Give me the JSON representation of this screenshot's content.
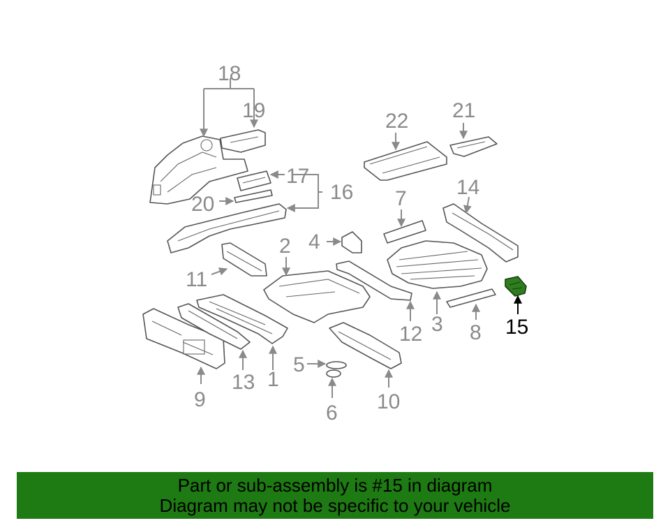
{
  "diagram": {
    "highlighted_part": "15",
    "highlight_color": "#2e7d1e",
    "callouts": {
      "c1": "1",
      "c2": "2",
      "c3": "3",
      "c4": "4",
      "c5": "5",
      "c6": "6",
      "c7": "7",
      "c8": "8",
      "c9": "9",
      "c10": "10",
      "c11": "11",
      "c12": "12",
      "c13": "13",
      "c14": "14",
      "c15": "15",
      "c16": "16",
      "c17": "17",
      "c18": "18",
      "c19": "19",
      "c20": "20",
      "c21": "21",
      "c22": "22"
    }
  },
  "banner": {
    "line1": "Part or sub-assembly is #15 in diagram",
    "line2": "Diagram may not be specific to your vehicle",
    "background": "#1e7a12"
  }
}
